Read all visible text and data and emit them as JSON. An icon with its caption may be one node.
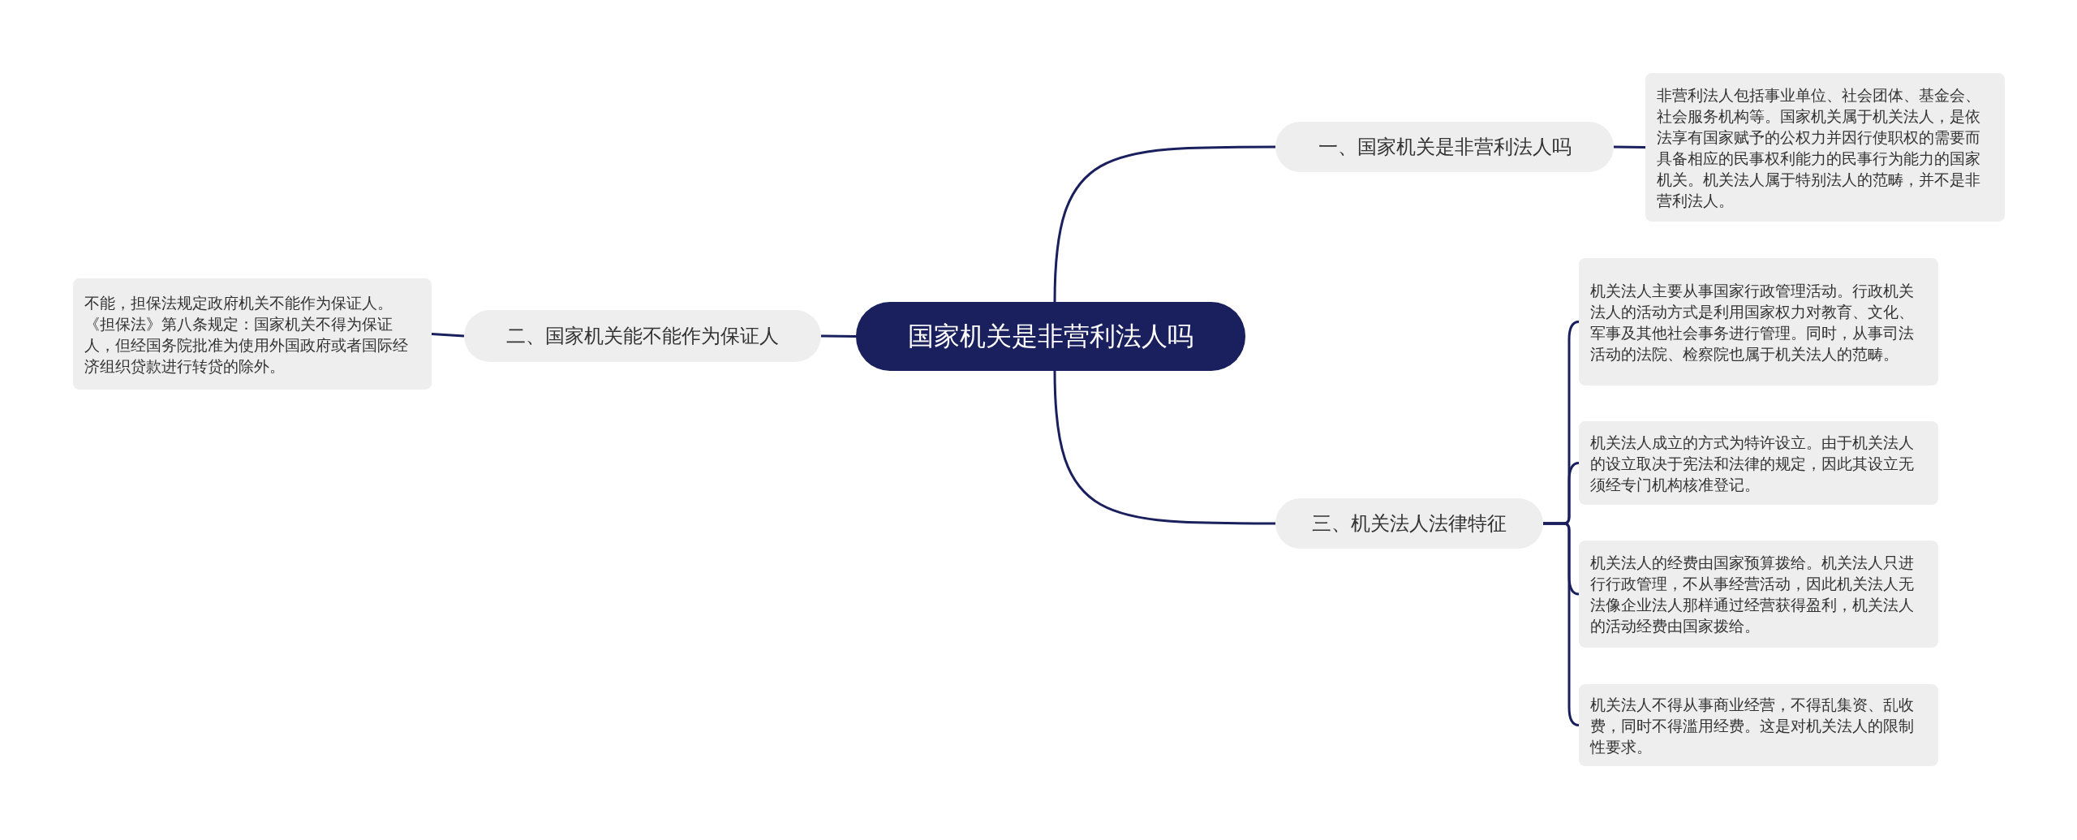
{
  "diagram": {
    "nodes": [
      {
        "text": [
          "国家机关是非营利法人吗"
        ]
      },
      {
        "text": [
          "一、国家机关是非营利法人吗"
        ]
      },
      {
        "text": [
          "非营利法人包括事业单位、社会团体、基金会、社会服务机构等。国家机关属于机关法人，是依法享有国家赋予的公权力并因行使职权的需要而具备相应的民事权利能力的民事行为能力的国家机关。机关法人属于特别法人的范畴，并不是非营利法人。"
        ]
      },
      {
        "text": [
          "二、国家机关能不能作为保证人"
        ]
      },
      {
        "text": [
          "不能，担保法规定政府机关不能作为保证人。《担保法》第八条规定：国家机关不得为保证人，但经国务院批准为使用外国政府或者国际经济组织贷款进行转贷的除外。"
        ]
      },
      {
        "text": [
          "三、机关法人法律特征"
        ]
      },
      {
        "text": [
          "机关法人主要从事国家行政管理活动。行政机关法人的活动方式是利用国家权力对教育、文化、军事及其他社会事务进行管理。同时，从事司法活动的法院、检察院也属于机关法人的范畴。"
        ]
      },
      {
        "text": [
          "机关法人成立的方式为特许设立。由于机关法人的设立取决于宪法和法律的规定，因此其设立无须经专门机构核准登记。"
        ]
      },
      {
        "text": [
          "机关法人的经费由国家预算拨给。机关法人只进行行政管理，不从事经营活动，因此机关法人无法像企业法人那样通过经营获得盈利，机关法人的活动经费由国家拨给。"
        ]
      },
      {
        "text": [
          "机关法人不得从事商业经营，不得乱集资、乱收费，同时不得滥用经费。这是对机关法人的限制性要求。"
        ]
      }
    ],
    "edges": [
      {
        "from": 0,
        "to": 1,
        "arrow": "none"
      },
      {
        "from": 1,
        "to": 2,
        "arrow": "none"
      },
      {
        "from": 0,
        "to": 3,
        "arrow": "none"
      },
      {
        "from": 3,
        "to": 4,
        "arrow": "none"
      },
      {
        "from": 0,
        "to": 5,
        "arrow": "none"
      },
      {
        "from": 5,
        "to": 6,
        "arrow": "none"
      },
      {
        "from": 5,
        "to": 7,
        "arrow": "none"
      },
      {
        "from": 5,
        "to": 8,
        "arrow": "none"
      },
      {
        "from": 5,
        "to": 9,
        "arrow": "none"
      }
    ]
  }
}
